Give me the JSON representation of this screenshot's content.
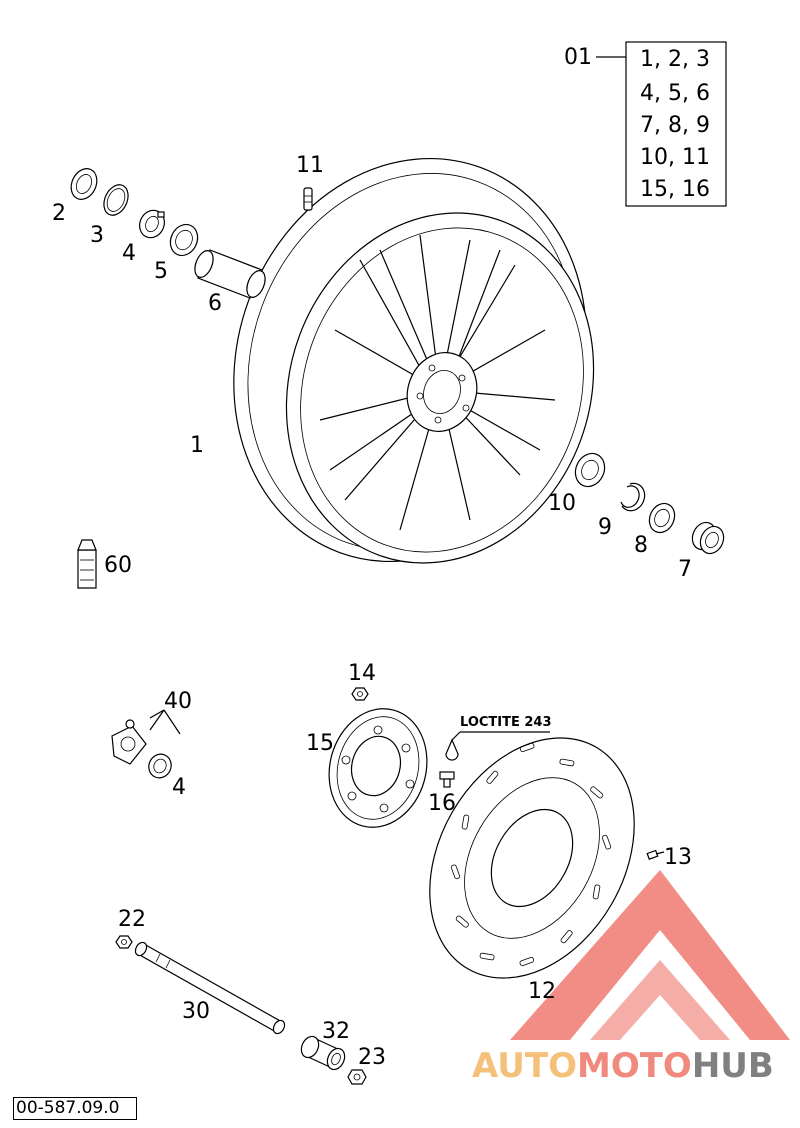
{
  "legend": {
    "ref": "01",
    "rows": [
      "1, 2, 3",
      "4, 5, 6",
      "7, 8, 9",
      "10, 11",
      "15, 16"
    ]
  },
  "labels": {
    "p1": "1",
    "p2": "2",
    "p3": "3",
    "p4": "4",
    "p5": "5",
    "p6": "6",
    "p7": "7",
    "p8": "8",
    "p9": "9",
    "p10": "10",
    "p11": "11",
    "p12": "12",
    "p13": "13",
    "p14": "14",
    "p15": "15",
    "p16": "16",
    "p22": "22",
    "p23": "23",
    "p30": "30",
    "p32": "32",
    "p40": "40",
    "p4b": "4",
    "p60": "60"
  },
  "note": "LOCTITE 243",
  "ref_code": "00-587.09.0",
  "watermark": {
    "part_a": "AUTO",
    "part_b": "MOTO",
    "part_c": "HUB",
    "colors": {
      "auto": "#f4c07a",
      "moto": "#f08a7e",
      "hub": "#808080",
      "triangle": "#f07a70"
    }
  }
}
